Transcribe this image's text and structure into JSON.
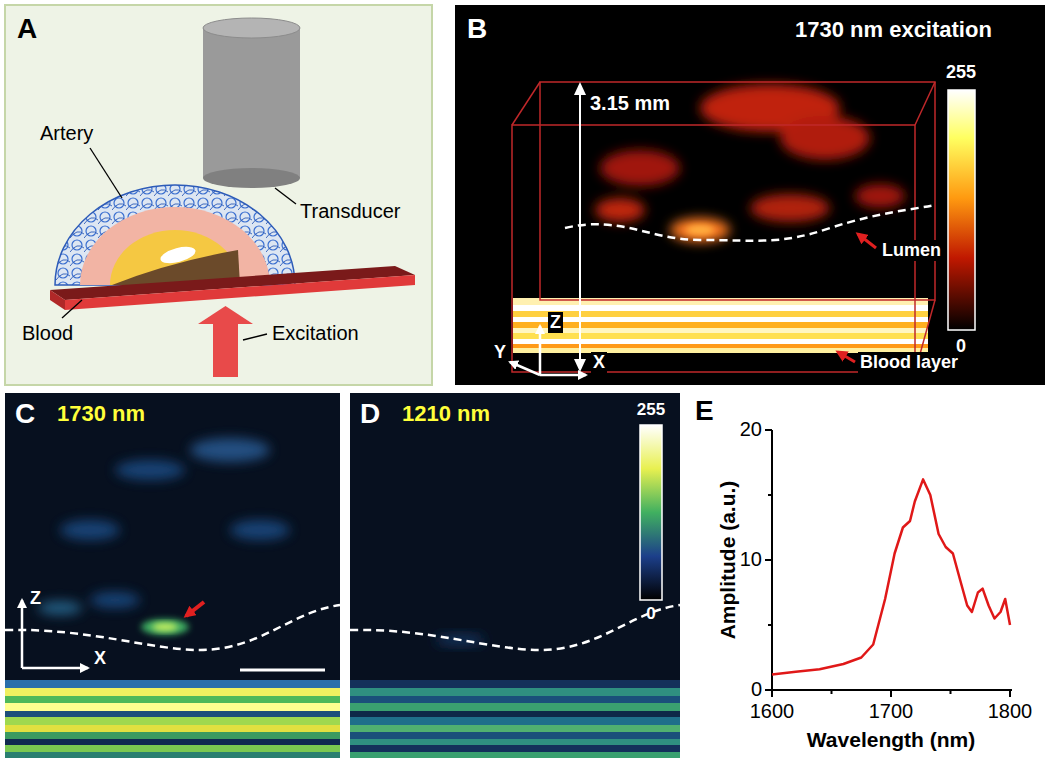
{
  "diagram": {
    "nodes": [
      {
        "text": [
          "A"
        ]
      },
      {
        "text": [
          "B",
          "1730 nm excitation"
        ]
      },
      {
        "text": [
          "C",
          "1730 nm"
        ]
      },
      {
        "text": [
          "D",
          "1210 nm"
        ]
      }
    ],
    "labels": [
      "Artery",
      "Transducer",
      "Blood",
      "Excitation",
      "3.15 mm",
      "255",
      "0",
      "Lumen",
      "Blood layer",
      "Z",
      "Y",
      "X",
      "Z",
      "X",
      "255",
      "0",
      "E",
      "20",
      "10",
      "0",
      "1600",
      "1700",
      "1800",
      "Amplitude (a.u.)",
      "Wavelength (nm)"
    ]
  }
}
